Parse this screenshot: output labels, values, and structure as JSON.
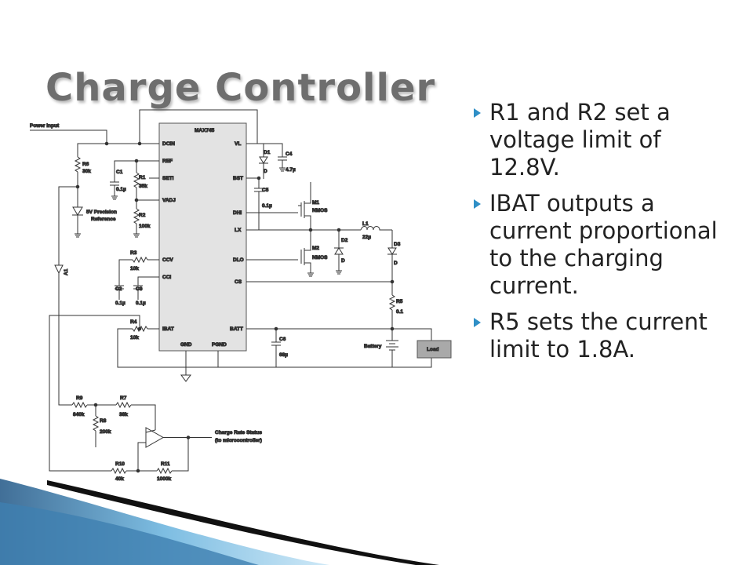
{
  "slide": {
    "title": "Charge Controller",
    "bullets": [
      "R1 and R2 set a voltage limit of 12.8V.",
      "IBAT outputs a current proportional to the charging current.",
      "R5 sets the current limit to 1.8A."
    ]
  },
  "diagram": {
    "chip": {
      "name": "MAX745",
      "left_pins": [
        "DCIN",
        "REF",
        "SETI",
        "VADJ",
        "CCV",
        "CCI",
        "IBAT"
      ],
      "right_pins": [
        "VL",
        "BST",
        "DHI",
        "LX",
        "DLO",
        "CS",
        "BATT"
      ],
      "bottom_pins": [
        "GND",
        "PGND"
      ]
    },
    "labels": {
      "power_input": "Power Input",
      "reference": "5V Precision",
      "reference2": "Reference",
      "amp": "A1",
      "battery": "Battery",
      "load": "Load",
      "charge_rate": "Charge Rate Status",
      "charge_rate2": "(to microcontroller)"
    },
    "components": {
      "R6": [
        "R6",
        "30k"
      ],
      "C1": [
        "C1",
        "0.1µ"
      ],
      "R1": [
        "R1",
        "35k"
      ],
      "R2": [
        "R2",
        "100k"
      ],
      "R3": [
        "R3",
        "10k"
      ],
      "C2": [
        "C2",
        "0.1µ"
      ],
      "C3": [
        "C3",
        "0.1µ"
      ],
      "R4": [
        "R4",
        "10k"
      ],
      "D1": [
        "D1",
        "D"
      ],
      "C4": [
        "C4",
        "4.7µ"
      ],
      "C5": [
        "C5",
        "0.1µ"
      ],
      "M1": [
        "M1",
        "NMOS"
      ],
      "M2": [
        "M2",
        "NMOS"
      ],
      "D2": [
        "D2",
        "D"
      ],
      "L1": [
        "L1",
        "22µ"
      ],
      "D3": [
        "D3",
        "D"
      ],
      "R5": [
        "R5",
        "0.1"
      ],
      "C6": [
        "C6",
        "68µ"
      ],
      "R9": [
        "R9",
        "840k"
      ],
      "R7": [
        "R7",
        "38k"
      ],
      "R8": [
        "R8",
        "200k"
      ],
      "R10": [
        "R10",
        "40k"
      ],
      "R11": [
        "R11",
        "1000k"
      ]
    },
    "colors": {
      "accent_arrow": "#2f8fc6",
      "title": "#6e6e6e",
      "chip_fill": "#e3e3e3"
    }
  }
}
